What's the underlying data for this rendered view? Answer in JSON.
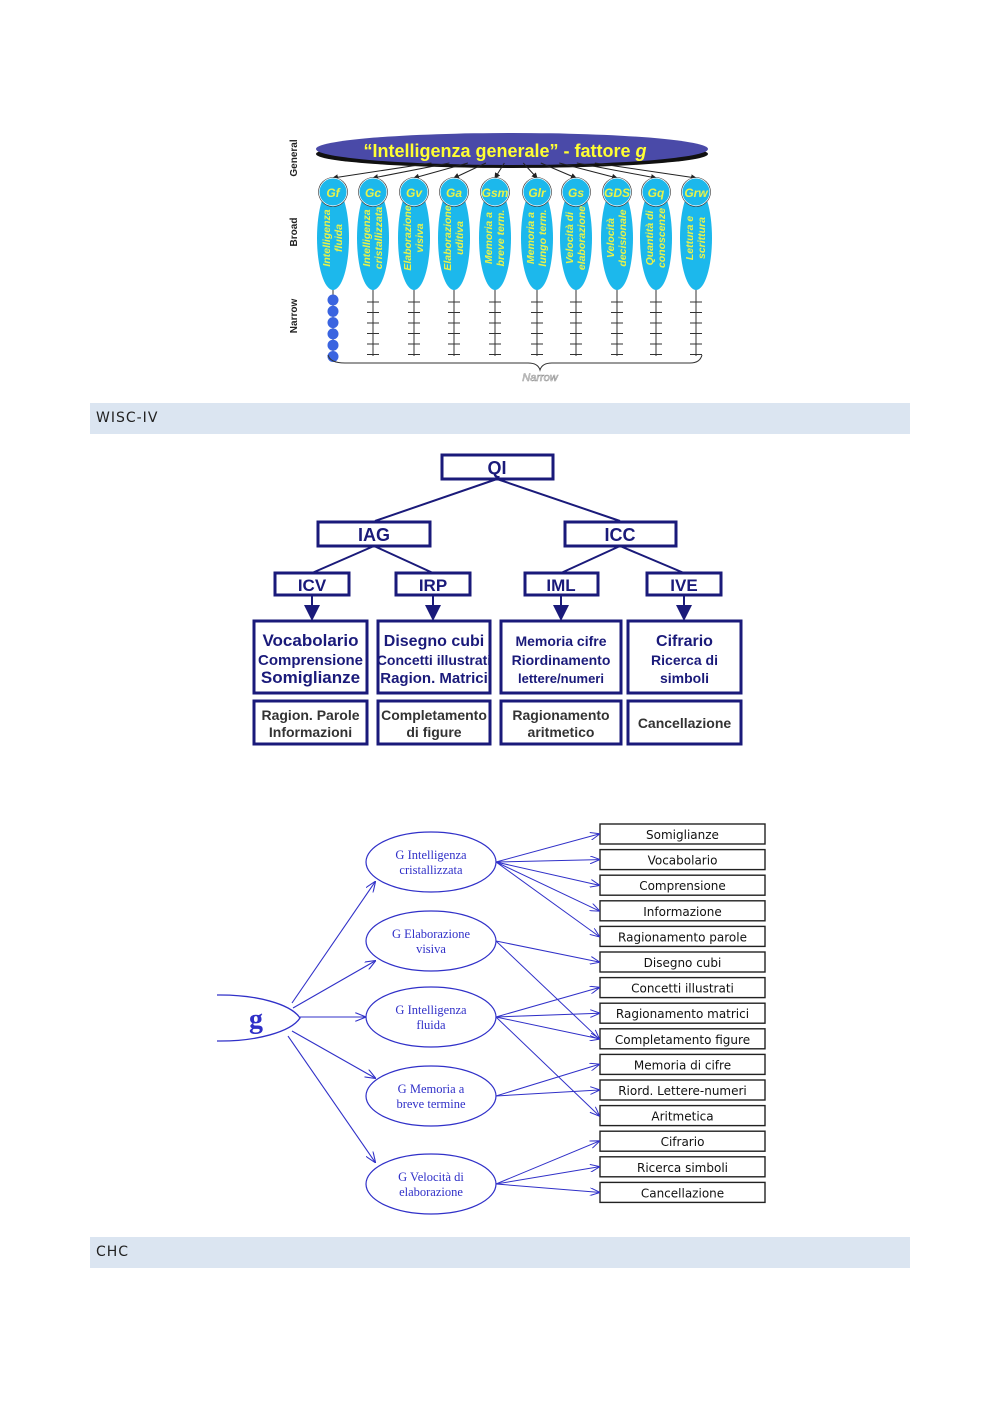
{
  "colors": {
    "page_bg": "#ffffff",
    "section_bar": "#dbe5f1",
    "ellipse_g": "#4a4aa8",
    "title_yellow": "#ffff33",
    "broad_cyan": "#1cb8ec",
    "broad_label_yellow": "#e8f34a",
    "navy": "#1a1a7a",
    "diagram_blue": "#3030c8"
  },
  "chc": {
    "level_labels": {
      "general": "General",
      "broad": "Broad",
      "narrow": "Narrow"
    },
    "title": "“Intelligenza generale” - fattore g",
    "title_prefix": "“Intelligenza generale” - fattore ",
    "title_italic": "g",
    "broad": [
      {
        "code": "Gf",
        "label1": "Intelligenza",
        "label2": "fluida"
      },
      {
        "code": "Gc",
        "label1": "Intelligenza",
        "label2": "cristallizzata"
      },
      {
        "code": "Gv",
        "label1": "Elaborazione",
        "label2": "visiva"
      },
      {
        "code": "Ga",
        "label1": "Elaborazione",
        "label2": "uditiva"
      },
      {
        "code": "Gsm",
        "label1": "Memoria a",
        "label2": "breve term."
      },
      {
        "code": "Glr",
        "label1": "Memoria a",
        "label2": "lungo term."
      },
      {
        "code": "Gs",
        "label1": "Velocità di",
        "label2": "elaborazione"
      },
      {
        "code": "GDS",
        "label1": "Velocità",
        "label2": "decisionale"
      },
      {
        "code": "Gq",
        "label1": "Quantità di",
        "label2": "conoscenze"
      },
      {
        "code": "Grw",
        "label1": "Lettura e",
        "label2": "scrittura"
      }
    ],
    "narrow_brace_label": "Narrow"
  },
  "section1": {
    "label": "WISC-IV"
  },
  "wisc": {
    "qi": "QI",
    "iag": "IAG",
    "icc": "ICC",
    "indices": [
      "ICV",
      "IRP",
      "IML",
      "IVE"
    ],
    "core_tests": [
      [
        "Vocabolario",
        "Comprensione",
        "Somiglianze"
      ],
      [
        "Disegno cubi",
        "Concetti illustrati",
        "Ragion. Matrici"
      ],
      [
        "Memoria cifre",
        "Riordinamento",
        "lettere/numeri"
      ],
      [
        "Cifrario",
        "Ricerca di",
        "simboli"
      ]
    ],
    "supplementary": [
      [
        "Ragion. Parole",
        "Informazioni"
      ],
      [
        "Completamento",
        "di figure"
      ],
      [
        "Ragionamento",
        "aritmetico"
      ],
      [
        "Cancellazione"
      ]
    ]
  },
  "model": {
    "g_label": "g",
    "factors": [
      [
        "G Intelligenza",
        "cristallizzata"
      ],
      [
        "G Elaborazione",
        "visiva"
      ],
      [
        "G Intelligenza",
        "fluida"
      ],
      [
        "G Memoria a",
        "breve termine"
      ],
      [
        "G Velocità di",
        "elaborazione"
      ]
    ],
    "subtests": [
      "Somiglianze",
      "Vocabolario",
      "Comprensione",
      "Informazione",
      "Ragionamento parole",
      "Disegno cubi",
      "Concetti illustrati",
      "Ragionamento matrici",
      "Completamento figure",
      "Memoria di cifre",
      "Riord. Lettere-numeri",
      "Aritmetica",
      "Cifrario",
      "Ricerca simboli",
      "Cancellazione"
    ]
  },
  "section2": {
    "label": "CHC"
  }
}
